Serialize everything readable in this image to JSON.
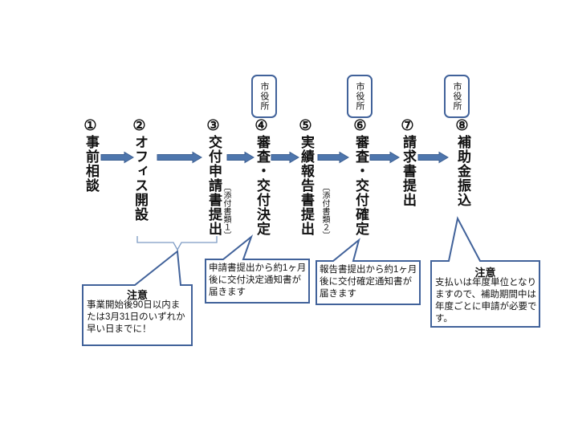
{
  "cityhall": {
    "label": "市役所"
  },
  "steps": [
    {
      "num": "①",
      "label": "事前相談"
    },
    {
      "num": "②",
      "label": "オフィス開設"
    },
    {
      "num": "③",
      "label": "交付申請書提出",
      "attachment": "〔添付書類１〕"
    },
    {
      "num": "④",
      "label": "審査・交付決定",
      "cityhall": true
    },
    {
      "num": "⑤",
      "label": "実績報告書提出",
      "attachment": "〔添付書類２〕"
    },
    {
      "num": "⑥",
      "label": "審査・交付確定",
      "cityhall": true
    },
    {
      "num": "⑦",
      "label": "請求書提出"
    },
    {
      "num": "⑧",
      "label": "補助金振込",
      "cityhall": true
    }
  ],
  "notes": [
    {
      "title": "注意",
      "body": "事業開始後90日以内ま\nたは3月31日のいずれか\n早い日までに！"
    },
    {
      "body": "申請書提出から約1ヶ月\n後に交付決定通知書が\n届きます"
    },
    {
      "body": "報告書提出から約1ヶ月\n後に交付確定通知書が\n届きます"
    },
    {
      "title": "注意",
      "body": "支払いは年度単位となり\nますので、補助期間中は\n年度ごとに申請が必要で\nす。"
    }
  ],
  "colors": {
    "arrow_fill": "#4e76ad",
    "arrow_edge": "#3c5f92",
    "box_border": "#41629a",
    "brace": "#7d9bc4"
  }
}
